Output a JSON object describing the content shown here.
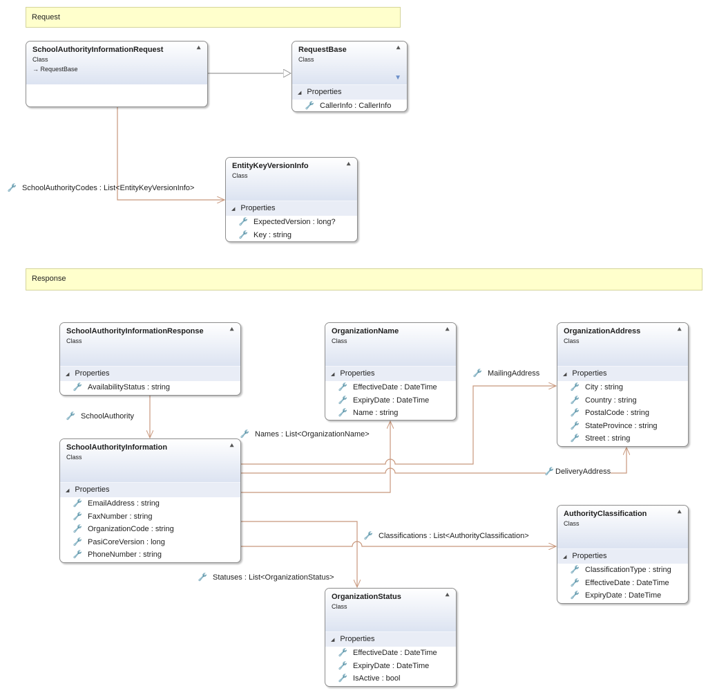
{
  "notes": {
    "request": "Request",
    "response": "Response"
  },
  "classes": [
    {
      "id": "sair",
      "name": "SchoolAuthorityInformationRequest",
      "kind": "Class",
      "base": "RequestBase",
      "properties": []
    },
    {
      "id": "requestbase",
      "name": "RequestBase",
      "kind": "Class",
      "filtered": true,
      "section": "Properties",
      "properties": [
        "CallerInfo : CallerInfo"
      ]
    },
    {
      "id": "ekvi",
      "name": "EntityKeyVersionInfo",
      "kind": "Class",
      "section": "Properties",
      "properties": [
        "ExpectedVersion : long?",
        "Key : string"
      ]
    },
    {
      "id": "sairesp",
      "name": "SchoolAuthorityInformationResponse",
      "kind": "Class",
      "section": "Properties",
      "properties": [
        "AvailabilityStatus : string"
      ]
    },
    {
      "id": "orgname",
      "name": "OrganizationName",
      "kind": "Class",
      "section": "Properties",
      "properties": [
        "EffectiveDate : DateTime",
        "ExpiryDate : DateTime",
        "Name : string"
      ]
    },
    {
      "id": "orgaddr",
      "name": "OrganizationAddress",
      "kind": "Class",
      "section": "Properties",
      "properties": [
        "City : string",
        "Country : string",
        "PostalCode : string",
        "StateProvince : string",
        "Street : string"
      ]
    },
    {
      "id": "sai",
      "name": "SchoolAuthorityInformation",
      "kind": "Class",
      "section": "Properties",
      "properties": [
        "EmailAddress : string",
        "FaxNumber : string",
        "OrganizationCode : string",
        "PasiCoreVersion : long",
        "PhoneNumber : string"
      ]
    },
    {
      "id": "authclass",
      "name": "AuthorityClassification",
      "kind": "Class",
      "section": "Properties",
      "properties": [
        "ClassificationType : string",
        "EffectiveDate : DateTime",
        "ExpiryDate : DateTime"
      ]
    },
    {
      "id": "orgstatus",
      "name": "OrganizationStatus",
      "kind": "Class",
      "section": "Properties",
      "properties": [
        "EffectiveDate : DateTime",
        "ExpiryDate : DateTime",
        "IsActive : bool"
      ]
    }
  ],
  "associations": {
    "schoolAuthorityCodes": "SchoolAuthorityCodes : List<EntityKeyVersionInfo>",
    "schoolAuthority": "SchoolAuthority",
    "names": "Names : List<OrganizationName>",
    "mailingAddress": "MailingAddress",
    "deliveryAddress": "DeliveryAddress",
    "classifications": "Classifications : List<AuthorityClassification>",
    "statuses": "Statuses : List<OrganizationStatus>"
  },
  "colors": {
    "association": "#c8977c",
    "inheritance": "#9a9a9a",
    "note": "#ffffcc",
    "header": "#dce3f1"
  }
}
